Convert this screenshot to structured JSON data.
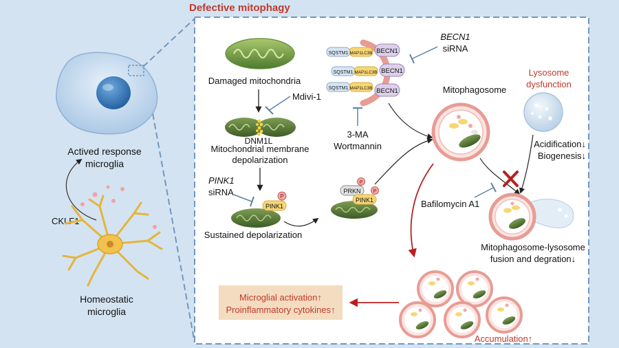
{
  "title": "Defective mitophagy",
  "left": {
    "activated": [
      "Actived response",
      "microglia"
    ],
    "cklf1": "CKLF1",
    "homeostatic": [
      "Homeostatic",
      "microglia"
    ]
  },
  "center": {
    "damaged": "Damaged mitochondria",
    "mdivi": "Mdivi-1",
    "dnm1l": "DNM1L",
    "depol": [
      "Mitochondrial membrane",
      "depolarization"
    ],
    "pink1_sirna": [
      "PINK1",
      "siRNA"
    ],
    "pink1": "PINK1",
    "p": "P",
    "sustained": "Sustained depolarization",
    "prkn": "PRKN",
    "sqstm1": "SQSTM1",
    "lc3b": "MAP1LC3B",
    "becn1": "BECN1",
    "becn1_sirna": [
      "BECN1",
      "siRNA"
    ],
    "inhibitors": [
      "3-MA",
      "Wortmannin"
    ]
  },
  "right": {
    "mitophagosome": "Mitophagosome",
    "lysosome": [
      "Lysosome",
      "dysfunction"
    ],
    "acid": [
      "Acidification↓",
      "Biogenesis↓"
    ],
    "bafilomycin": "Bafilomycin A1",
    "fusion": [
      "Mitophagosome-lysosome",
      "fusion and degration↓"
    ],
    "accumulation": "Accumulation↑",
    "outcome": [
      "Microglial activation↑",
      "Proinflammatory cytokines↑"
    ]
  },
  "colors": {
    "accent": "#c0392b",
    "inhibit": "#5b82a6",
    "box_border": "#6f97c0",
    "outcome_bg": "#f3dcc0"
  }
}
